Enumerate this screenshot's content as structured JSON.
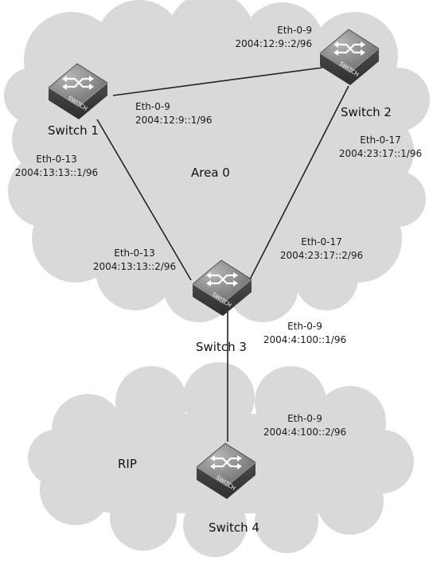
{
  "areas": {
    "ospf": "Area 0",
    "rip": "RIP"
  },
  "switches": {
    "s1": {
      "name": "Switch 1",
      "badge": "SWITCH"
    },
    "s2": {
      "name": "Switch 2",
      "badge": "SWITCH"
    },
    "s3": {
      "name": "Switch 3",
      "badge": "SWITCH"
    },
    "s4": {
      "name": "Switch 4",
      "badge": "SWITCH"
    }
  },
  "interfaces": {
    "s1_s2_on_s1": {
      "port": "Eth-0-9",
      "addr": "2004:12:9::1/96"
    },
    "s1_s2_on_s2": {
      "port": "Eth-0-9",
      "addr": "2004:12:9::2/96"
    },
    "s1_s3_on_s1": {
      "port": "Eth-0-13",
      "addr": "2004:13:13::1/96"
    },
    "s1_s3_on_s3": {
      "port": "Eth-0-13",
      "addr": "2004:13:13::2/96"
    },
    "s2_s3_on_s2": {
      "port": "Eth-0-17",
      "addr": "2004:23:17::1/96"
    },
    "s2_s3_on_s3": {
      "port": "Eth-0-17",
      "addr": "2004:23:17::2/96"
    },
    "s3_s4_on_s3": {
      "port": "Eth-0-9",
      "addr": "2004:4:100::1/96"
    },
    "s3_s4_on_s4": {
      "port": "Eth-0-9",
      "addr": "2004:4:100::2/96"
    }
  },
  "colors": {
    "cloud": "#d9d9d9",
    "link": "#222222",
    "switch_top": "#8c8c8c",
    "switch_side": "#4a4a4a"
  }
}
